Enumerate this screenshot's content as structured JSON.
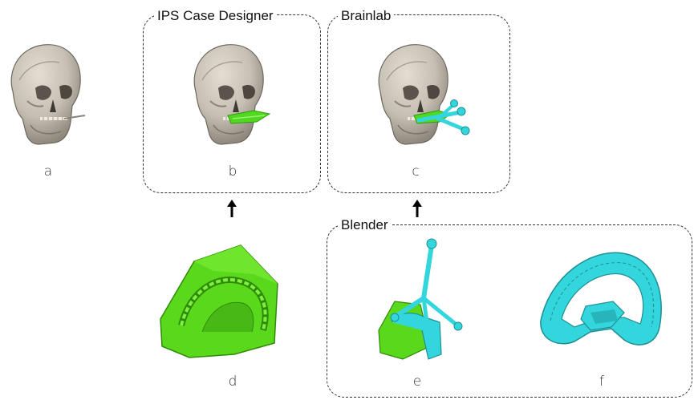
{
  "groups": {
    "ips": {
      "title": "IPS Case Designer"
    },
    "brainlab": {
      "title": "Brainlab"
    },
    "blender": {
      "title": "Blender"
    }
  },
  "panels": {
    "a": {
      "label": "a",
      "content": "skull"
    },
    "b": {
      "label": "b",
      "content": "skull with green occlusal splint"
    },
    "c": {
      "label": "c",
      "content": "skull with green splint and cyan tracking reference"
    },
    "d": {
      "label": "d",
      "content": "green dental cast"
    },
    "e": {
      "label": "e",
      "content": "cast with cyan splint and reference frame"
    },
    "f": {
      "label": "f",
      "content": "cyan occlusal splint"
    }
  },
  "colors": {
    "bone": "#cfc8bd",
    "splint_green": "#4fd81f",
    "cast_green": "#5ad91c",
    "tracker_cyan": "#33d6dc",
    "border": "#333333"
  }
}
